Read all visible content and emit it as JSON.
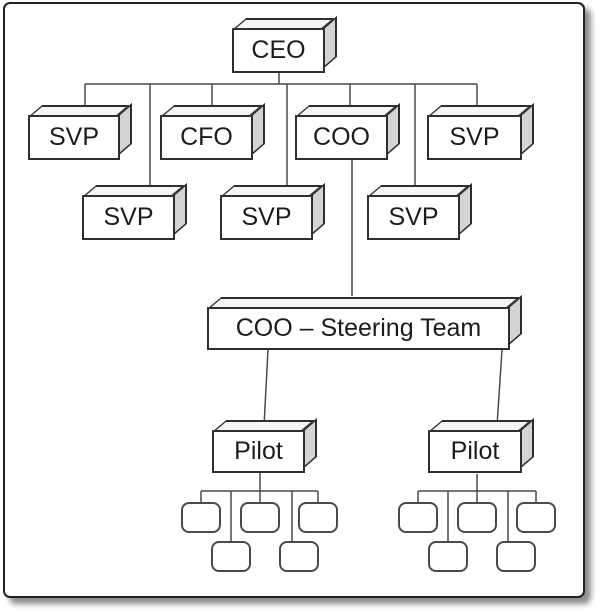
{
  "diagram": {
    "type": "org-chart",
    "org": {
      "ceo": "CEO",
      "row1": [
        "SVP",
        "CFO",
        "COO",
        "SVP"
      ],
      "row2": [
        "SVP",
        "SVP",
        "SVP"
      ],
      "steering": "COO – Steering Team",
      "pilots": [
        "Pilot",
        "Pilot"
      ],
      "placeholder_boxes_per_pilot": 5
    },
    "colors": {
      "box_border": "#2e2e2e",
      "box_face": "#ffffff",
      "box_top": "#f6f6f6",
      "box_side": "#d4d4d4",
      "line_color": "#4a4a4a",
      "text_color": "#1c1c1c",
      "frame_border": "#202020"
    }
  }
}
